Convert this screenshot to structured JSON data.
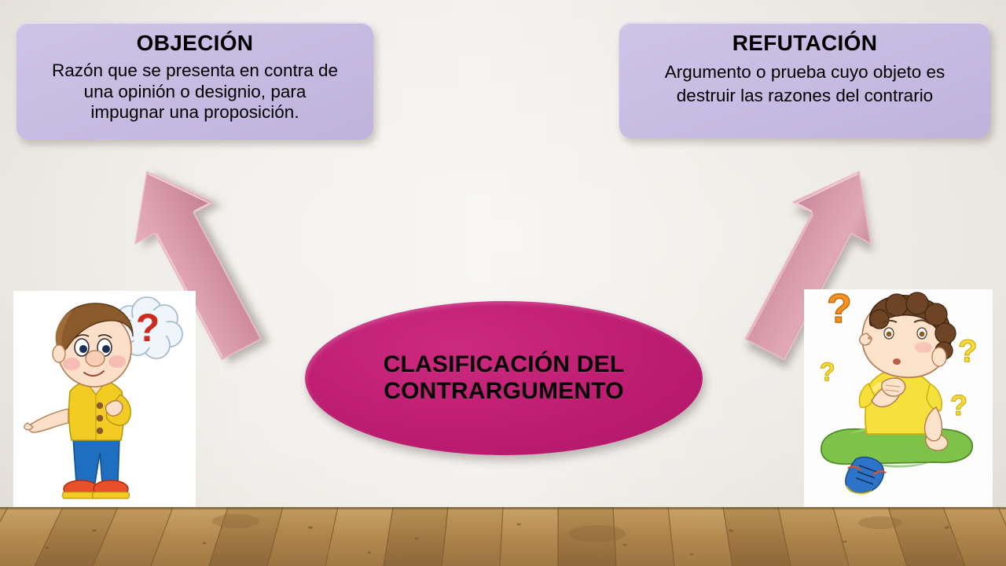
{
  "slide": {
    "background_color": "#EDEAE5",
    "floor_color": "#A87F45"
  },
  "boxes": [
    {
      "id": "objecion",
      "title": "OBJECIÓN",
      "body_lines": [
        "Razón que se presenta en contra de",
        "una opinión o designio, para",
        "impugnar una proposición."
      ],
      "fill_color": "#C4B8E0"
    },
    {
      "id": "refutacion",
      "title": "REFUTACIÓN",
      "body_lines": [
        "Argumento o prueba cuyo objeto es",
        "destruir las razones del contrario"
      ],
      "fill_color": "#C4B8E0"
    }
  ],
  "center": {
    "lines": [
      "CLASIFICACIÓN DEL",
      "CONTRARGUMENTO"
    ],
    "fill_color": "#C01F73",
    "text_color": "#000000"
  },
  "arrows": [
    {
      "id": "arrow-to-objecion",
      "direction": "up-left",
      "color": "#D89AA8"
    },
    {
      "id": "arrow-to-refutacion",
      "direction": "up-right",
      "color": "#D89AA8"
    }
  ],
  "clipart": [
    {
      "id": "boy-standing-thinking",
      "description": "Cartoon boy standing with hand on chin and a thought bubble containing a red question mark",
      "colors": {
        "hair": "#8B5A2B",
        "shirt": "#F2CC23",
        "pants": "#1E6FBF",
        "shoes": "#E8502A",
        "question_mark": "#D32B20",
        "skin": "#FBDFC8"
      }
    },
    {
      "id": "boy-sitting-thinking",
      "description": "Cartoon boy sitting cross-legged with hand on chin surrounded by orange and yellow question marks",
      "colors": {
        "hair": "#6E4426",
        "shirt": "#F5E03C",
        "pants": "#7EC24A",
        "shoes": "#2D74C8",
        "question_mark_orange": "#F29222",
        "question_mark_yellow": "#F7DC3C",
        "skin": "#FBE2CB"
      }
    }
  ]
}
